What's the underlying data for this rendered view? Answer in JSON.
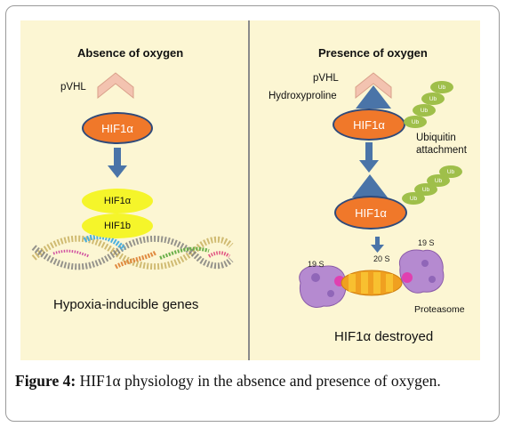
{
  "left": {
    "title": "Absence of oxygen",
    "pvhl": "pVHL",
    "hif1a": "HIF1α",
    "box1": "HIF1α",
    "box2": "HIF1b",
    "genes": "Hypoxia-inducible genes"
  },
  "right": {
    "title": "Presence of oxygen",
    "pvhl": "pVHL",
    "hydroxy": "Hydroxyproline",
    "hif1a_top": "HIF1α",
    "ubiquitin_line1": "Ubiquitin",
    "ubiquitin_line2": "attachment",
    "hif1a_bottom": "HIF1α",
    "ub": "Ub",
    "s19_left": "19 S",
    "s20": "20 S",
    "s19_right": "19 S",
    "proteasome": "Proteasome",
    "destroyed": "HIF1α destroyed"
  },
  "caption": {
    "label": "Figure 4:",
    "text": " HIF1α physiology in the absence and presence of oxygen."
  },
  "colors": {
    "panel_bg": "#fcf6d3",
    "hif_orange": "#f0782a",
    "yellow": "#f5f52a",
    "arrow_blue": "#4a74a8",
    "pvhl_pink": "#f3c3b0",
    "ub_green": "#9fbf4a",
    "proteasome_orange": "#f0a020",
    "proteasome_purple": "#b58ad0"
  }
}
